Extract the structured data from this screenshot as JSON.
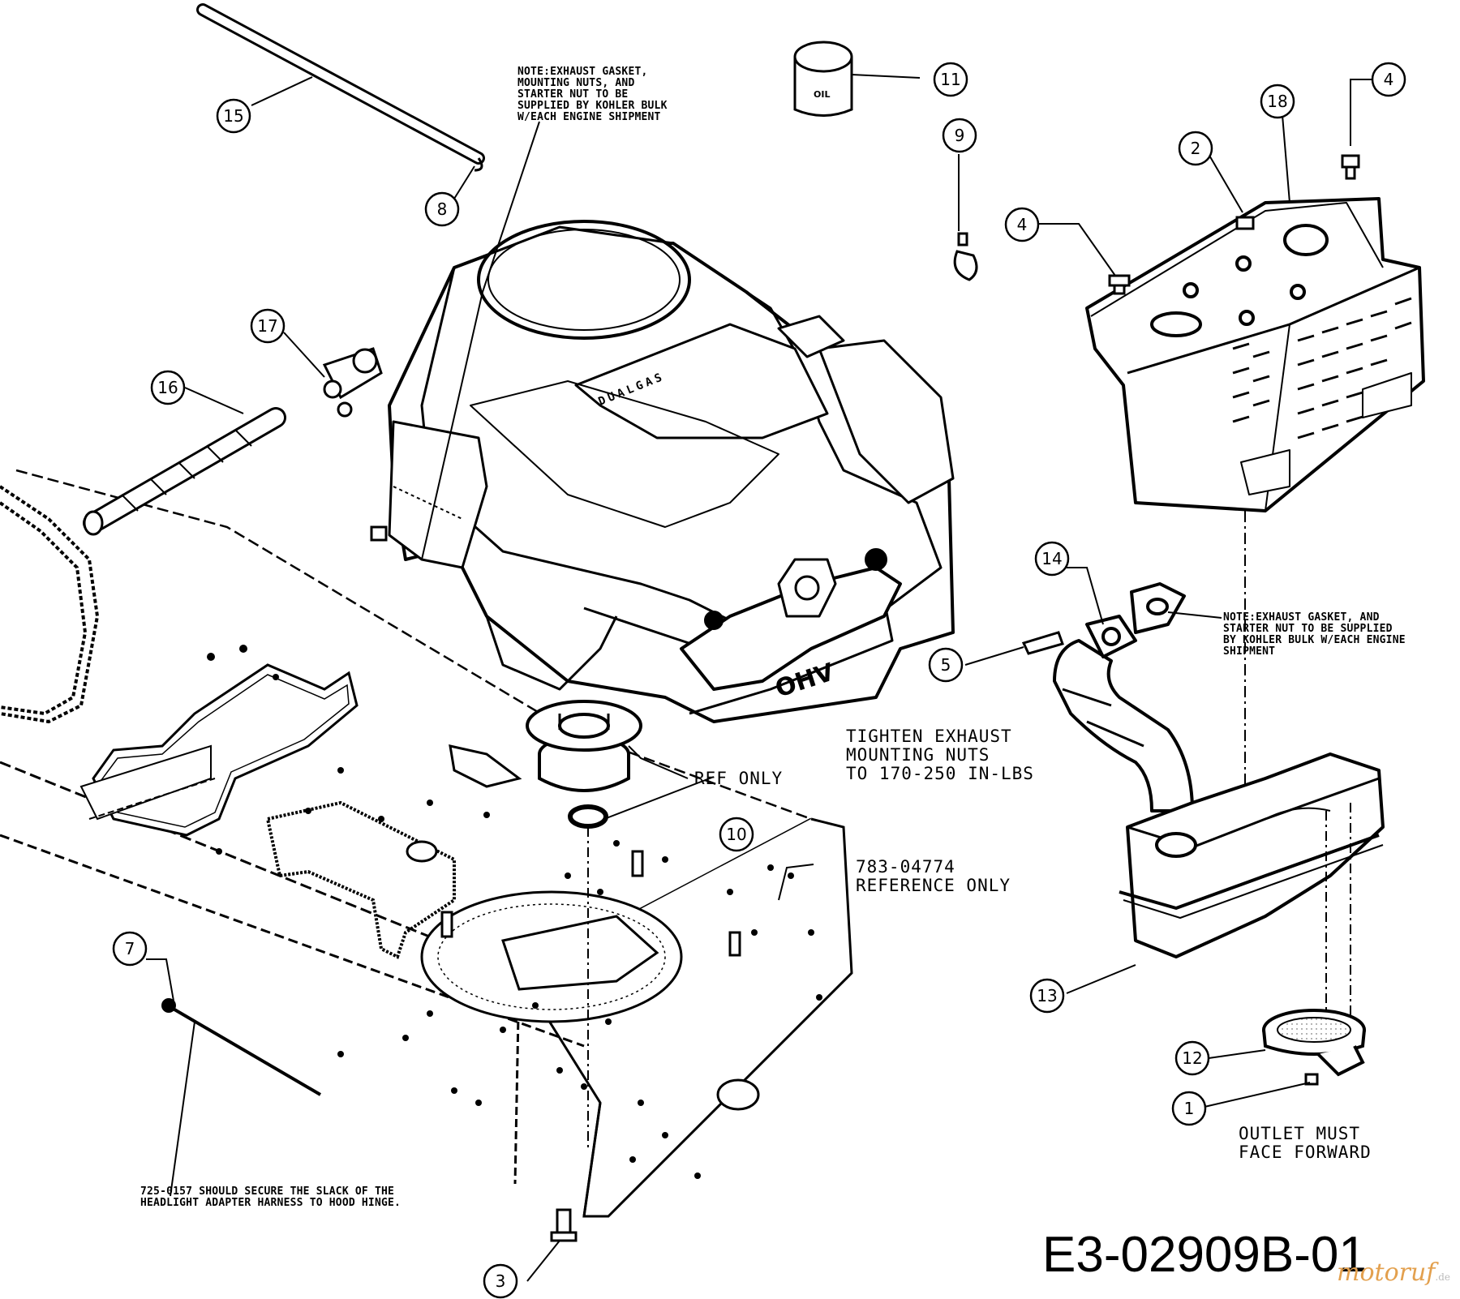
{
  "diagram": {
    "drawing_code": "E3-02909B-01",
    "watermark": {
      "name_part": "motoruf",
      "suffix": ".de"
    },
    "oil_label": "OIL",
    "engine_labels": {
      "cover_text": "DUALGAS",
      "ohv_text": "OHV"
    },
    "notes": {
      "kohler_top": "NOTE:EXHAUST GASKET,\nMOUNTING NUTS, AND\nSTARTER NUT TO BE\nSUPPLIED BY KOHLER BULK\nW/EACH ENGINE SHIPMENT",
      "kohler_right": "NOTE:EXHAUST GASKET, AND\nSTARTER NUT TO BE SUPPLIED\nBY KOHLER BULK W/EACH ENGINE\nSHIPMENT",
      "tighten": "TIGHTEN EXHAUST\nMOUNTING NUTS\nTO 170-250 IN-LBS",
      "ref_only": "REF ONLY",
      "frame_ref": "783-04774\nREFERENCE ONLY",
      "outlet": "OUTLET MUST\nFACE FORWARD",
      "harness": "725-0157 SHOULD SECURE THE SLACK OF THE\nHEADLIGHT ADAPTER HARNESS TO HOOD HINGE."
    },
    "callouts": [
      {
        "number": "1"
      },
      {
        "number": "2"
      },
      {
        "number": "3"
      },
      {
        "number": "4"
      },
      {
        "number": "4"
      },
      {
        "number": "5"
      },
      {
        "number": "7"
      },
      {
        "number": "8"
      },
      {
        "number": "8"
      },
      {
        "number": "9"
      },
      {
        "number": "10"
      },
      {
        "number": "11"
      },
      {
        "number": "12"
      },
      {
        "number": "13"
      },
      {
        "number": "14"
      },
      {
        "number": "15"
      },
      {
        "number": "16"
      },
      {
        "number": "17"
      },
      {
        "number": "18"
      }
    ]
  }
}
